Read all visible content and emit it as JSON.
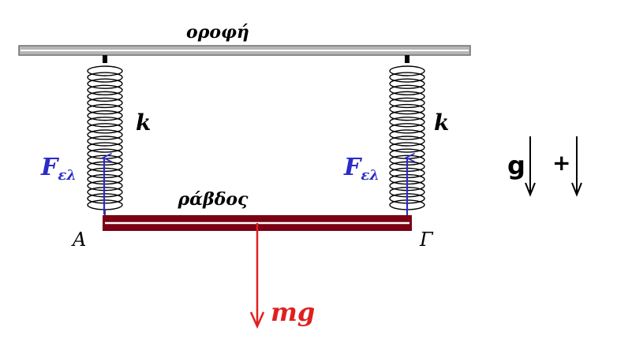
{
  "labels": {
    "ceiling": "οροφή",
    "rod": "ράβδος",
    "spring_left": "k",
    "spring_right": "k",
    "force_left_main": "F",
    "force_left_sub": "ελ",
    "force_right_main": "F",
    "force_right_sub": "ελ",
    "point_left": "Α",
    "point_right": "Γ",
    "weight": "mg",
    "gravity": "g",
    "positive": "+"
  },
  "colors": {
    "ceiling_fill": "#b5b5b5",
    "ceiling_stroke": "#707070",
    "rod": "#7a0014",
    "spring": "#000000",
    "elastic_force": "#2b2bc8",
    "weight_force": "#e02020",
    "text": "#000000"
  }
}
